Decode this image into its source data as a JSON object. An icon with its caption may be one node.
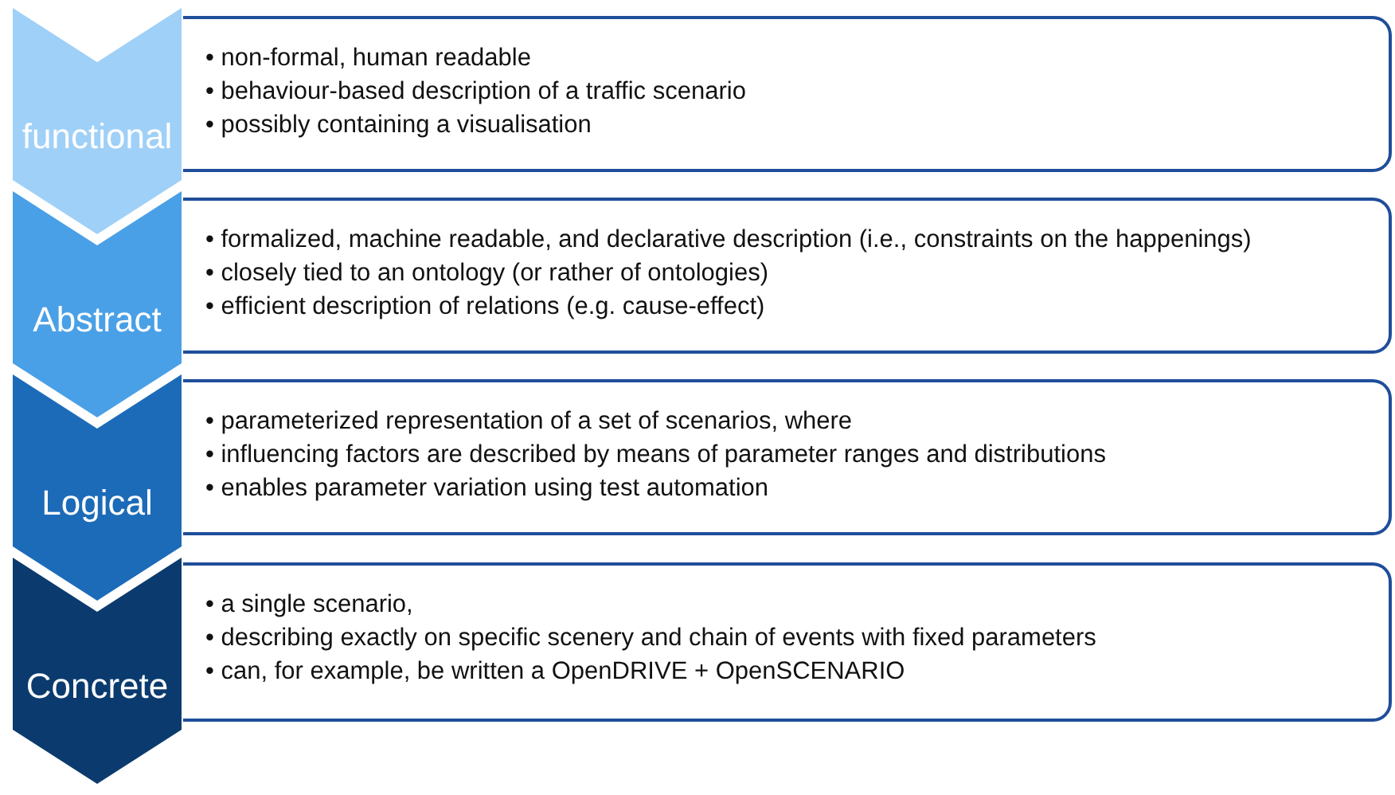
{
  "diagram": {
    "nodes": [
      {
        "text": [
          "functional"
        ]
      },
      {
        "text": [
          "• non-formal, human readable",
          "• behaviour-based description of a traffic scenario",
          "• possibly containing a visualisation"
        ]
      },
      {
        "text": [
          "Abstract"
        ]
      },
      {
        "text": [
          "• formalized, machine readable, and declarative description (i.e., constraints on the happenings)",
          "• closely tied to an ontology (or rather of ontologies)",
          "• efficient description of relations (e.g. cause-effect)"
        ]
      },
      {
        "text": [
          "Logical"
        ]
      },
      {
        "text": [
          "• parameterized representation of a set of scenarios, where",
          "• influencing factors are described by means of parameter ranges and distributions",
          "• enables parameter variation using test automation"
        ]
      },
      {
        "text": [
          "Concrete"
        ]
      },
      {
        "text": [
          "• a single scenario,",
          "• describing exactly on specific scenery and chain of events with fixed parameters",
          "• can, for example, be written a OpenDRIVE + OpenSCENARIO"
        ]
      }
    ]
  }
}
